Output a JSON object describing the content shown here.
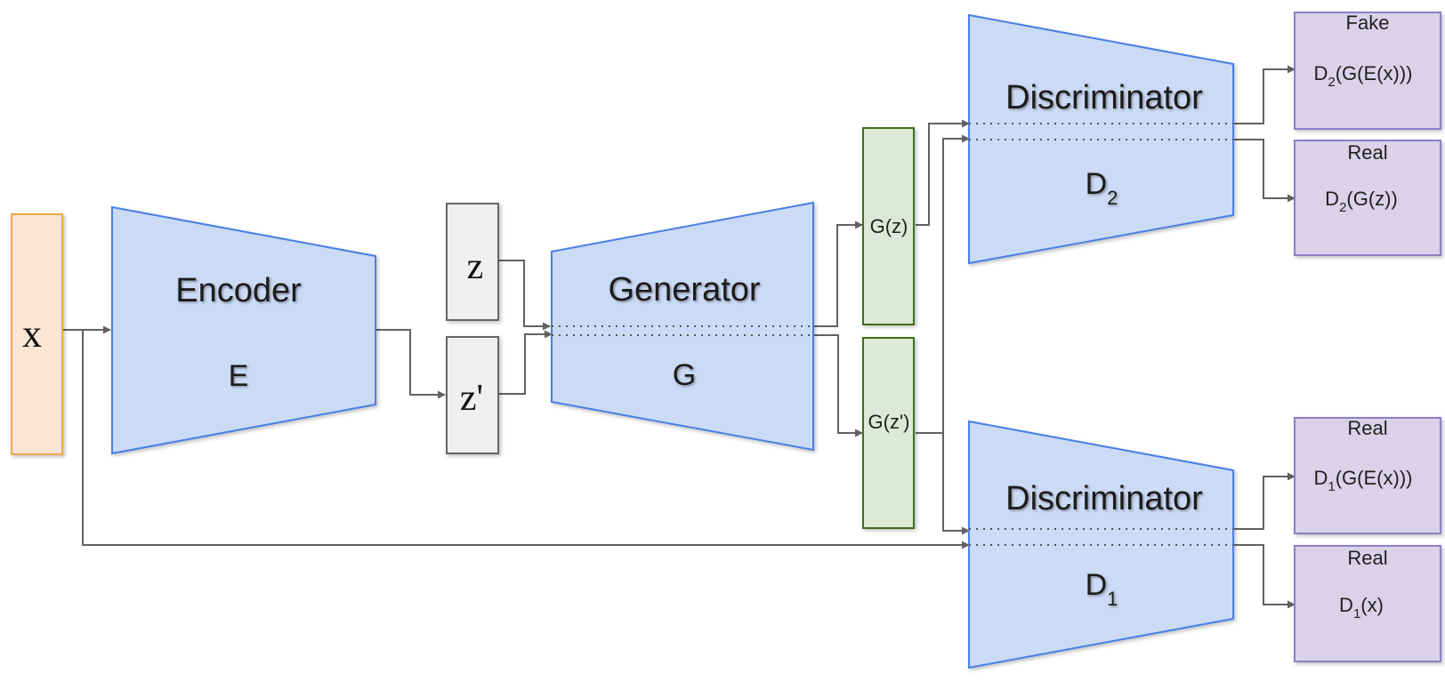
{
  "nodes": {
    "x": "x",
    "encoder": {
      "title": "Encoder",
      "symbol": "E"
    },
    "z": "z",
    "z_prime": "z'",
    "generator": {
      "title": "Generator",
      "symbol": "G"
    },
    "gz": "G(z)",
    "gz_prime": "G(z')",
    "disc_top": {
      "title": "Discriminator",
      "symbol": "D",
      "subscript": "2"
    },
    "disc_bottom": {
      "title": "Discriminator",
      "symbol": "D",
      "subscript": "1"
    }
  },
  "outputs": [
    {
      "label": "Fake",
      "func": "D",
      "sub": "2",
      "arg": "(G(E(x)))"
    },
    {
      "label": "Real",
      "func": "D",
      "sub": "2",
      "arg": "(G(z))"
    },
    {
      "label": "Real",
      "func": "D",
      "sub": "1",
      "arg": "(G(E(x)))"
    },
    {
      "label": "Real",
      "func": "D",
      "sub": "1",
      "arg": "(x)"
    }
  ],
  "colors": {
    "input_fill": "#fbe5d3",
    "input_stroke": "#f0a94a",
    "network_fill": "#cbdaf5",
    "network_stroke": "#4a80e4",
    "latent_fill": "#efefef",
    "latent_stroke": "#666666",
    "generated_fill": "#dde9d6",
    "generated_stroke": "#3f6e1f",
    "output_fill": "#d9d2e9",
    "output_stroke": "#8c7fc7",
    "wire": "#616161"
  }
}
